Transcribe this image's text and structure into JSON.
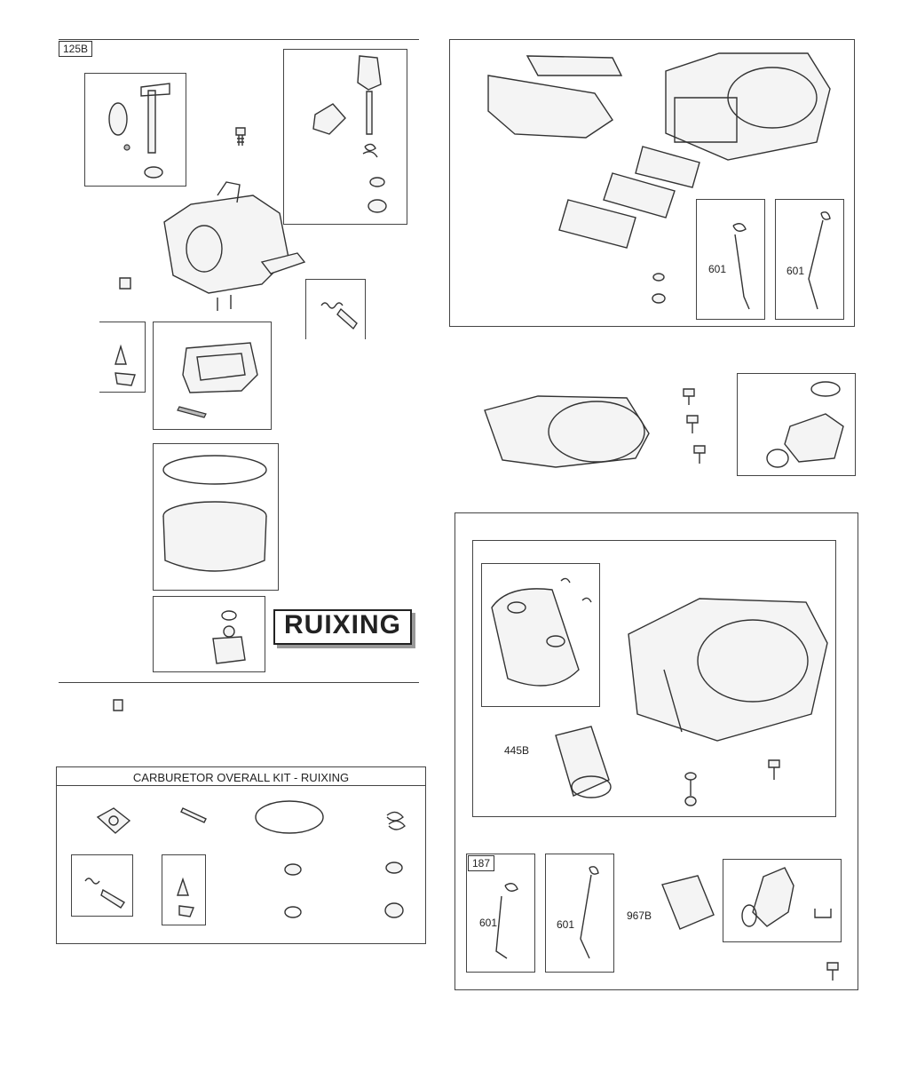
{
  "labels": {
    "ref_125b": "125B",
    "brand": "RUIXING",
    "kit_title": "CARBURETOR OVERALL KIT - RUIXING",
    "ref_601_a": "601",
    "ref_601_b": "601",
    "ref_445b": "445B",
    "ref_187": "187",
    "ref_601_c": "601",
    "ref_601_d": "601",
    "ref_967b": "967B"
  },
  "colors": {
    "line": "#333333",
    "background": "#ffffff",
    "shadow": "#999999"
  }
}
